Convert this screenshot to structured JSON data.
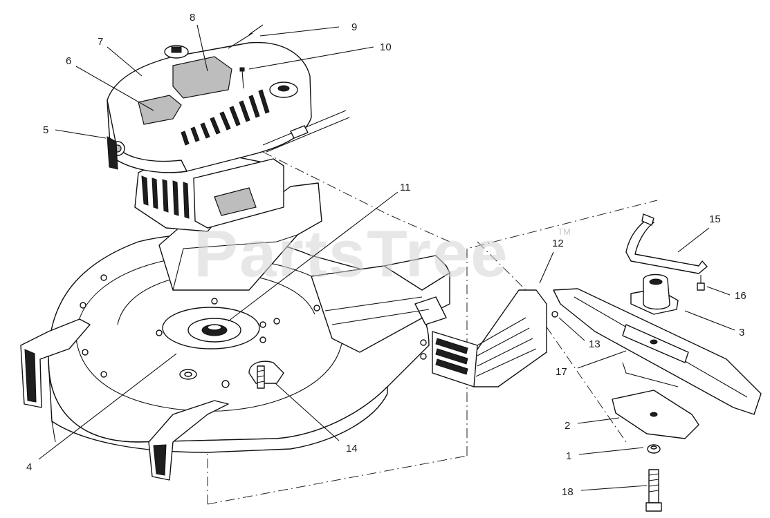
{
  "watermark": {
    "brand": "PartsTree",
    "trademark": "TM"
  },
  "callouts": {
    "c1": "1",
    "c2": "2",
    "c3": "3",
    "c4": "4",
    "c5": "5",
    "c6": "6",
    "c7": "7",
    "c8": "8",
    "c9": "9",
    "c10": "10",
    "c11": "11",
    "c12": "12",
    "c13": "13",
    "c14": "14",
    "c15": "15",
    "c16": "16",
    "c17": "17",
    "c18": "18"
  }
}
